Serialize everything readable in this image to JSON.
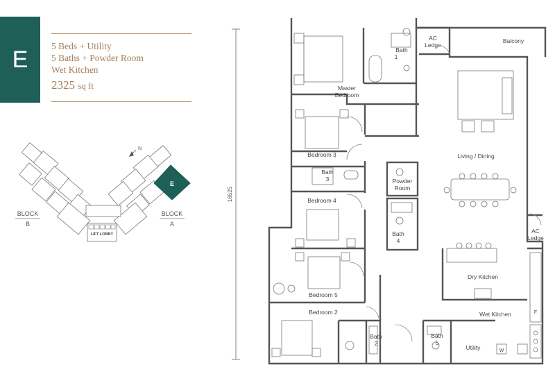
{
  "unit": {
    "letter": "E",
    "features": [
      "5 Beds + Utility",
      "5 Baths + Powder Room",
      "Wet Kitchen"
    ],
    "area_value": "2325",
    "area_unit": "sq ft"
  },
  "keyplan": {
    "block_b_top": "BLOCK",
    "block_b_bottom": "B",
    "block_a_top": "BLOCK",
    "block_a_bottom": "A",
    "lift_lobby": "LIFT LOBBY",
    "unit_marker": "E",
    "north": "N"
  },
  "floorplan": {
    "dimension": "16525",
    "rooms": {
      "ac_ledge_top": [
        "AC",
        "Ledge"
      ],
      "balcony": "Balcony",
      "bath1": [
        "Bath",
        "1"
      ],
      "master_bedroom": [
        "Master",
        "Bedroom"
      ],
      "bedroom3": "Bedroom 3",
      "bath3": [
        "Bath",
        "3"
      ],
      "living_dining": "Living / Dining",
      "powder_room": [
        "Powder",
        "Room"
      ],
      "bedroom4": "Bedroom 4",
      "bath4": [
        "Bath",
        "4"
      ],
      "ac_ledge_right": [
        "AC",
        "Ledge"
      ],
      "bedroom5": "Bedroom 5",
      "dry_kitchen": "Dry Kitchen",
      "bedroom2": "Bedroom 2",
      "wet_kitchen": "Wet Kitchen",
      "bath2": [
        "Bath",
        "2"
      ],
      "bath5": [
        "Bath",
        "5"
      ],
      "utility": "Utility",
      "w": "W",
      "f": "F"
    }
  }
}
